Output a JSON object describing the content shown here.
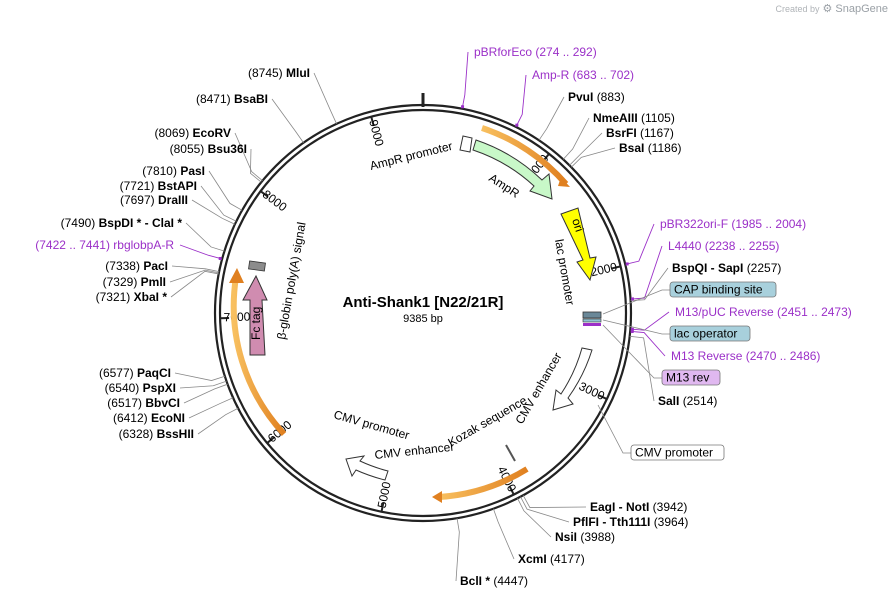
{
  "credit": {
    "prefix": "Created by",
    "brand": "SnapGene"
  },
  "plasmid": {
    "name": "Anti-Shank1 [N22/21R]",
    "length_bp": 9385,
    "length_label": "9385 bp"
  },
  "ticks": [
    {
      "label": "1000",
      "bp": 1000
    },
    {
      "label": "2000",
      "bp": 2000
    },
    {
      "label": "3000",
      "bp": 3000
    },
    {
      "label": "4000",
      "bp": 4000
    },
    {
      "label": "5000",
      "bp": 5000
    },
    {
      "label": "6000",
      "bp": 6000
    },
    {
      "label": "7000",
      "bp": 7000
    },
    {
      "label": "8000",
      "bp": 8000
    },
    {
      "label": "9000",
      "bp": 9000
    }
  ],
  "sites_left": [
    {
      "name": "MluI",
      "pos": "(8745)",
      "bp": 8745
    },
    {
      "name": "BsaBI",
      "pos": "(8471)",
      "bp": 8471
    },
    {
      "name": "EcoRV",
      "pos": "(8069)",
      "bp": 8069
    },
    {
      "name": "Bsu36I",
      "pos": "(8055)",
      "bp": 8055
    },
    {
      "name": "PasI",
      "pos": "(7810)",
      "bp": 7810
    },
    {
      "name": "BstAPI",
      "pos": "(7721)",
      "bp": 7721
    },
    {
      "name": "DraIII",
      "pos": "(7697)",
      "bp": 7697
    },
    {
      "name": "BspDI * - ClaI *",
      "pos": "(7490)",
      "bp": 7490
    },
    {
      "name": "PacI",
      "pos": "(7338)",
      "bp": 7338
    },
    {
      "name": "PmlI",
      "pos": "(7329)",
      "bp": 7329
    },
    {
      "name": "XbaI *",
      "pos": "(7321)",
      "bp": 7321
    },
    {
      "name": "PaqCI",
      "pos": "(6577)",
      "bp": 6577
    },
    {
      "name": "PspXI",
      "pos": "(6540)",
      "bp": 6540
    },
    {
      "name": "BbvCI",
      "pos": "(6517)",
      "bp": 6517
    },
    {
      "name": "EcoNI",
      "pos": "(6412)",
      "bp": 6412
    },
    {
      "name": "BssHII",
      "pos": "(6328)",
      "bp": 6328
    }
  ],
  "sites_right": [
    {
      "name": "PvuI",
      "pos": "(883)",
      "bp": 883
    },
    {
      "name": "NmeAIII",
      "pos": "(1105)",
      "bp": 1105
    },
    {
      "name": "BsrFI",
      "pos": "(1167)",
      "bp": 1167
    },
    {
      "name": "BsaI",
      "pos": "(1186)",
      "bp": 1186
    },
    {
      "name": "BspQI - SapI",
      "pos": "(2257)",
      "bp": 2257
    },
    {
      "name": "SalI",
      "pos": "(2514)",
      "bp": 2514
    }
  ],
  "sites_bottom": [
    {
      "name": "EagI - NotI",
      "pos": "(3942)",
      "bp": 3942
    },
    {
      "name": "PflFI - Tth111I",
      "pos": "(3964)",
      "bp": 3964
    },
    {
      "name": "NsiI",
      "pos": "(3988)",
      "bp": 3988
    },
    {
      "name": "XcmI",
      "pos": "(4177)",
      "bp": 4177
    },
    {
      "name": "BclI *",
      "pos": "(4447)",
      "bp": 4447
    }
  ],
  "primers": [
    {
      "name": "pBRforEco",
      "range": "(274 .. 292)",
      "bp": 283
    },
    {
      "name": "Amp-R",
      "range": "(683 .. 702)",
      "bp": 692
    },
    {
      "name": "pBR322ori-F",
      "range": "(1985 .. 2004)",
      "bp": 1994
    },
    {
      "name": "L4440",
      "range": "(2238 .. 2255)",
      "bp": 2246
    },
    {
      "name": "M13/pUC Reverse",
      "range": "(2451 .. 2473)",
      "bp": 2462
    },
    {
      "name": "M13 Reverse",
      "range": "(2470 .. 2486)",
      "bp": 2478
    },
    {
      "name": "rbglobpA-R",
      "range": "(7422 .. 7441)",
      "bp": 7431
    }
  ],
  "boxed_features": [
    {
      "name": "CAP binding site",
      "color": "#a8d0dc"
    },
    {
      "name": "lac operator",
      "color": "#a8d0dc"
    },
    {
      "name": "M13 rev",
      "color": "#e0b8f0"
    },
    {
      "name": "CMV promoter",
      "color": "#ffffff"
    }
  ],
  "features": [
    {
      "name": "AmpR promoter"
    },
    {
      "name": "AmpR",
      "color": "#c8f8c8"
    },
    {
      "name": "ori",
      "color": "#ffff00"
    },
    {
      "name": "lac promoter"
    },
    {
      "name": "CMV enhancer"
    },
    {
      "name": "Kozak sequence"
    },
    {
      "name": "CMV promoter"
    },
    {
      "name": "CMV enhancer"
    },
    {
      "name": "Fc tag",
      "color": "#d08cb0"
    },
    {
      "name": "β-globin poly(A) signal"
    }
  ],
  "colors": {
    "primer": "#9b30c8",
    "orf_arrow": "#f0a030",
    "backbone": "#222222"
  }
}
